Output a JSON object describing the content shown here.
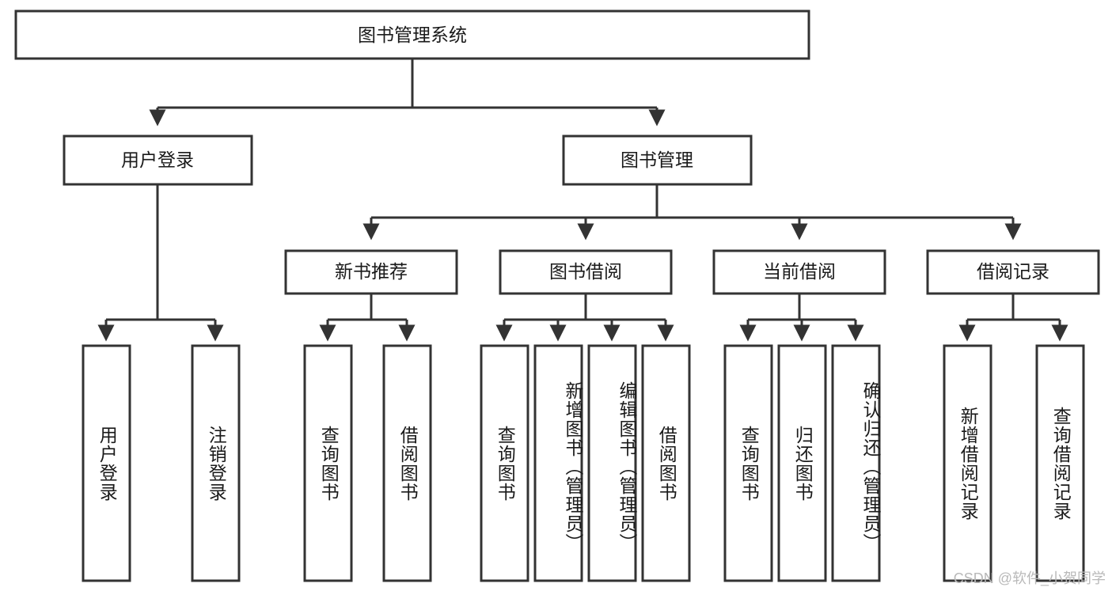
{
  "diagram": {
    "type": "tree",
    "title": "图书管理系统",
    "root": {
      "id": "root",
      "label": "图书管理系统"
    },
    "level1": [
      {
        "id": "user-login",
        "label": "用户登录"
      },
      {
        "id": "book-manage",
        "label": "图书管理"
      }
    ],
    "level2": [
      {
        "id": "new-book-recommend",
        "label": "新书推荐",
        "parent": "book-manage"
      },
      {
        "id": "book-borrow",
        "label": "图书借阅",
        "parent": "book-manage"
      },
      {
        "id": "current-borrow",
        "label": "当前借阅",
        "parent": "book-manage"
      },
      {
        "id": "borrow-record",
        "label": "借阅记录",
        "parent": "book-manage"
      }
    ],
    "leaves": [
      {
        "id": "leaf-user-login",
        "label": "用户登录",
        "parent": "user-login"
      },
      {
        "id": "leaf-logout-login",
        "label": "注销登录",
        "parent": "user-login"
      },
      {
        "id": "leaf-query-book-1",
        "label": "查询图书",
        "parent": "new-book-recommend"
      },
      {
        "id": "leaf-borrow-book-1",
        "label": "借阅图书",
        "parent": "new-book-recommend"
      },
      {
        "id": "leaf-query-book-2",
        "label": "查询图书",
        "parent": "book-borrow"
      },
      {
        "id": "leaf-add-book",
        "label": "新增图书（管理员）",
        "parent": "book-borrow"
      },
      {
        "id": "leaf-edit-book",
        "label": "编辑图书（管理员）",
        "parent": "book-borrow"
      },
      {
        "id": "leaf-borrow-book-2",
        "label": "借阅图书",
        "parent": "book-borrow"
      },
      {
        "id": "leaf-query-book-3",
        "label": "查询图书",
        "parent": "current-borrow"
      },
      {
        "id": "leaf-return-book",
        "label": "归还图书",
        "parent": "current-borrow"
      },
      {
        "id": "leaf-confirm-return",
        "label": "确认归还（管理员）",
        "parent": "current-borrow"
      },
      {
        "id": "leaf-add-record",
        "label": "新增借阅记录",
        "parent": "borrow-record"
      },
      {
        "id": "leaf-query-record",
        "label": "查询借阅记录",
        "parent": "borrow-record"
      }
    ],
    "colors": {
      "stroke": "#333333",
      "fill": "#ffffff",
      "text": "#1a1a1a",
      "watermark": "#b9b9b9"
    }
  },
  "watermark": {
    "text": "CSDN @软件_小贺同学"
  }
}
